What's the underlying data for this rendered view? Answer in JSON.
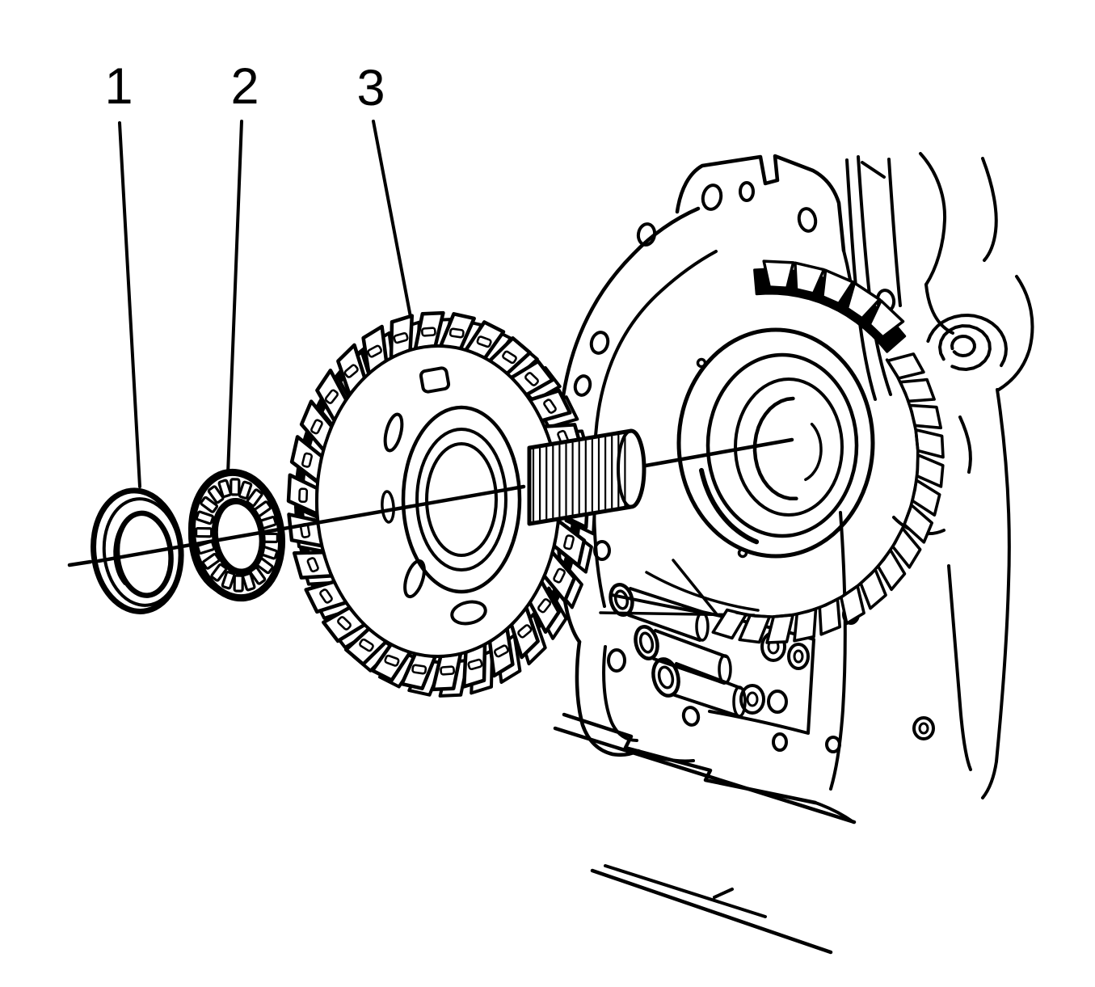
{
  "figure": {
    "background": "#ffffff",
    "line_color": "#000000"
  },
  "callouts": [
    {
      "label": "1"
    },
    {
      "label": "2"
    },
    {
      "label": "3"
    }
  ]
}
